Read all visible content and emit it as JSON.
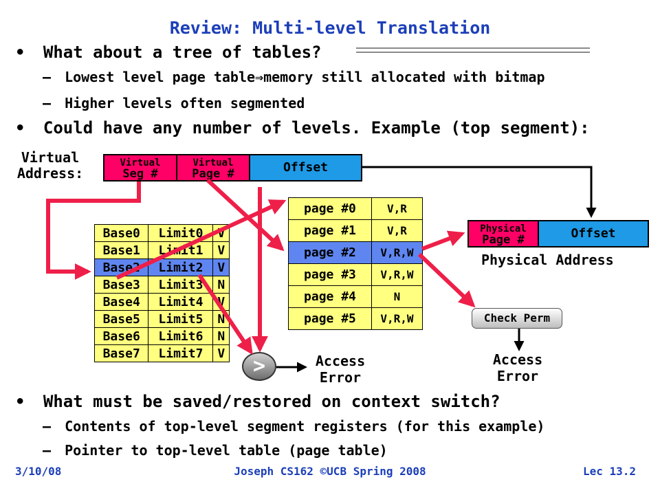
{
  "title": "Review: Multi-level Translation",
  "bullets": {
    "b1": "What about a tree of tables?",
    "b1_s1_pre": "Lowest level page table",
    "b1_s1_arrow": "⇒",
    "b1_s1_post": "memory still allocated with bitmap",
    "b1_s2": "Higher levels often segmented",
    "b2": "Could have any number of levels. Example (top segment):",
    "b3": "What must be saved/restored on context switch?",
    "b3_s1": "Contents of top-level segment registers (for this example)",
    "b3_s2": "Pointer to top-level table (page table)"
  },
  "bullet_symbol": "•",
  "sub_symbol": "–",
  "virtual_address": {
    "label_line1": "Virtual",
    "label_line2": "Address:",
    "seg_line1": "Virtual",
    "seg_line2": "Seg #",
    "page_line1": "Virtual",
    "page_line2": "Page #",
    "offset": "Offset"
  },
  "segment_table": {
    "rows": [
      {
        "base": "Base0",
        "limit": "Limit0",
        "perm": "V"
      },
      {
        "base": "Base1",
        "limit": "Limit1",
        "perm": "V"
      },
      {
        "base": "Base2",
        "limit": "Limit2",
        "perm": "V"
      },
      {
        "base": "Base3",
        "limit": "Limit3",
        "perm": "N"
      },
      {
        "base": "Base4",
        "limit": "Limit4",
        "perm": "V"
      },
      {
        "base": "Base5",
        "limit": "Limit5",
        "perm": "N"
      },
      {
        "base": "Base6",
        "limit": "Limit6",
        "perm": "N"
      },
      {
        "base": "Base7",
        "limit": "Limit7",
        "perm": "V"
      }
    ]
  },
  "page_table": {
    "rows": [
      {
        "page": "page #0",
        "perm": "V,R"
      },
      {
        "page": "page #1",
        "perm": "V,R"
      },
      {
        "page": "page #2",
        "perm": "V,R,W"
      },
      {
        "page": "page #3",
        "perm": "V,R,W"
      },
      {
        "page": "page #4",
        "perm": "N"
      },
      {
        "page": "page #5",
        "perm": "V,R,W"
      }
    ]
  },
  "physical_address": {
    "page_line1": "Physical",
    "page_line2": "Page #",
    "offset": "Offset",
    "label": "Physical Address"
  },
  "compare_symbol": ">",
  "access_error_1": {
    "line1": "Access",
    "line2": "Error"
  },
  "access_error_2": {
    "line1": "Access",
    "line2": "Error"
  },
  "check_perm": "Check Perm",
  "footer": {
    "date": "3/10/08",
    "course": "Joseph CS162 ©UCB Spring 2008",
    "lecture": "Lec 13.2"
  },
  "colors": {
    "title": "#1c3fb8",
    "segment_field": "#ff0066",
    "offset_field": "#1e9ae6",
    "table_fill": "#ffff80",
    "selected_row": "#5f86f0",
    "arrow_red": "#ee1f49"
  }
}
